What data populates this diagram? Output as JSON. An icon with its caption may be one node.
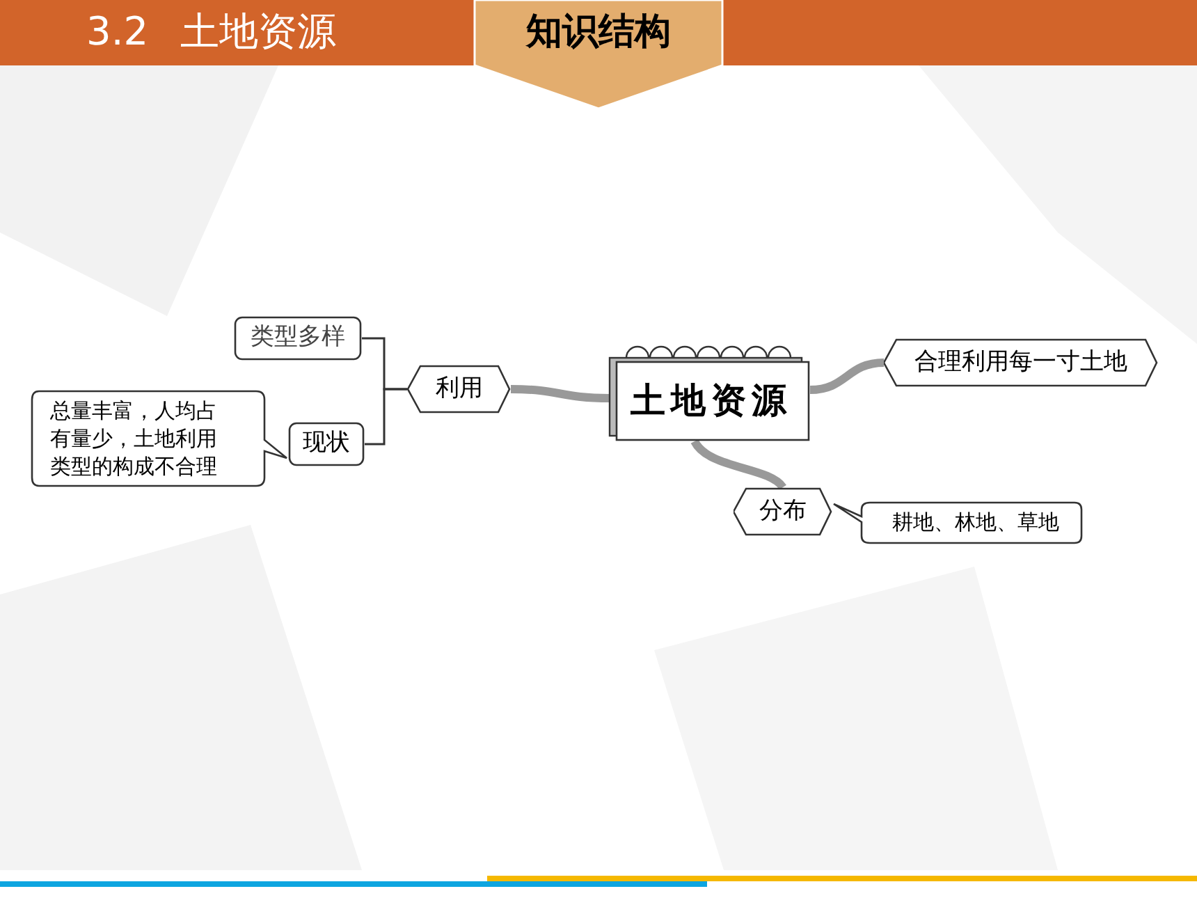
{
  "diagram": {
    "title": "3.2 土地资源",
    "nodes": [
      {
        "text": [
          "知识结构"
        ]
      },
      {
        "text": [
          "土地资源"
        ]
      },
      {
        "text": [
          "利用"
        ]
      },
      {
        "text": [
          "类型多样"
        ]
      },
      {
        "text": [
          "现状"
        ]
      },
      {
        "text": [
          "总量丰富，人均占有量少，土地利用类型的构成不合理"
        ]
      },
      {
        "text": [
          "合理利用每一寸土地"
        ]
      },
      {
        "text": [
          "分布"
        ]
      },
      {
        "text": [
          "耕地、林地、草地"
        ]
      }
    ],
    "edges": [
      {
        "from": 1,
        "to": 2,
        "arrow": "none"
      },
      {
        "from": 2,
        "to": 3,
        "arrow": "none",
        "color": "#333333"
      },
      {
        "from": 2,
        "to": 4,
        "arrow": "none",
        "color": "#333333"
      },
      {
        "from": 1,
        "to": 6,
        "arrow": "none"
      },
      {
        "from": 1,
        "to": 7,
        "arrow": "none"
      }
    ]
  }
}
